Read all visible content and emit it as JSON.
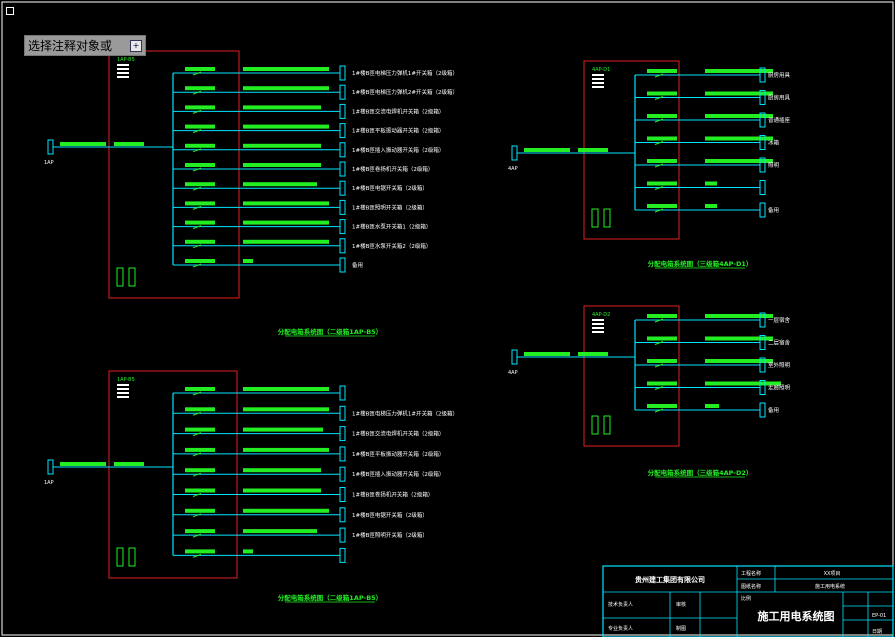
{
  "prompt": {
    "text": "选择注释对象或"
  },
  "panels": [
    {
      "id": "1AP-B5-top",
      "box_label": "1AP-B5",
      "incoming_label": "1AP",
      "title": "分配电箱系统图（二级箱1AP-B5）",
      "circuits": [
        "1#楼B匝电梯压力弹机1#开关箱（2级箱）",
        "1#楼B匝电梯压力弹机2#开关箱（2级箱）",
        "1#楼B匝交流电焊机开关箱（2级箱）",
        "1#楼B匝平板振动器开关箱（2级箱）",
        "1#楼B匝插入振动器开关箱（2级箱）",
        "1#楼B匝卷扬机开关箱（2级箱）",
        "1#楼B匝电锯开关箱（2级箱）",
        "1#楼B匝照明开关箱（2级箱）",
        "1#楼B匝水泵开关箱1（2级箱）",
        "1#楼B匝水泵开关箱2（2级箱）",
        "备用"
      ]
    },
    {
      "id": "1AP-B5-bottom",
      "box_label": "1AP-B5",
      "incoming_label": "1AP",
      "title": "分配电箱系统图（二级箱1AP-B5）",
      "circuits": [
        "",
        "1#楼B匝电梯压力弹机1#开关箱（2级箱）",
        "1#楼B匝交流电焊机开关箱（2级箱）",
        "1#楼B匝平板振动器开关箱（2级箱）",
        "1#楼B匝插入振动器开关箱（2级箱）",
        "1#楼B匝卷扬机开关箱（2级箱）",
        "1#楼B匝电锯开关箱（2级箱）",
        "1#楼B匝照明开关箱（2级箱）",
        ""
      ]
    },
    {
      "id": "4AP-D1",
      "box_label": "4AP-D1",
      "incoming_label": "4AP",
      "title": "分配电箱系统图（三级箱4AP-D1）",
      "circuits": [
        "厨房用具",
        "厨房用具",
        "普通插座",
        "冰箱",
        "照明",
        "",
        "备用"
      ]
    },
    {
      "id": "4AP-D2",
      "box_label": "4AP-D2",
      "incoming_label": "4AP",
      "title": "分配电箱系统图（三级箱4AP-D2）",
      "circuits": [
        "一层宿舍",
        "二层宿舍",
        "室外照明",
        "走廊照明",
        "备用"
      ]
    }
  ],
  "title_block": {
    "company": "贵州建工集团有限公司",
    "project_name_label": "工程名称",
    "project_name_value": "XX项目",
    "drawing_label": "图纸名称",
    "drawing_value": "施工用电系统",
    "drawing_title": "施工用电系统图",
    "tech_lead": "技术负责人",
    "checker": "审核",
    "designer": "专业负责人",
    "drawer": "制图",
    "scale": "比例",
    "sheet_no": "EP-01",
    "date": "日期"
  },
  "colors": {
    "wire": "#00e5ff",
    "fill": "#22ee22",
    "box": "#e02020",
    "text": "#ffffff",
    "frame": "#00e5ff"
  }
}
